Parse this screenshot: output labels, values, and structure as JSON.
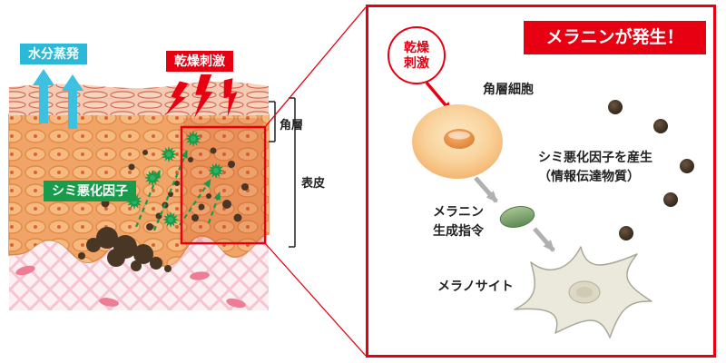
{
  "colors": {
    "red": "#e60012",
    "cyan": "#2bb8d9",
    "green": "#189b4b"
  },
  "left_diagram": {
    "water_evaporation": "水分蒸発",
    "dry_stimulus": "乾燥刺激",
    "spot_worsening_factor": "シミ悪化因子",
    "stratum_corneum": "角層",
    "epidermis": "表皮"
  },
  "right_panel": {
    "dry_stimulus_line1": "乾燥",
    "dry_stimulus_line2": "刺激",
    "melanin_banner": "メラニンが発生！",
    "corneocyte": "角層細胞",
    "factor_line1": "シミ悪化因子を産生",
    "factor_line2": "（情報伝達物質）",
    "command_line1": "メラニン",
    "command_line2": "生成指令",
    "melanocyte": "メラノサイト"
  }
}
